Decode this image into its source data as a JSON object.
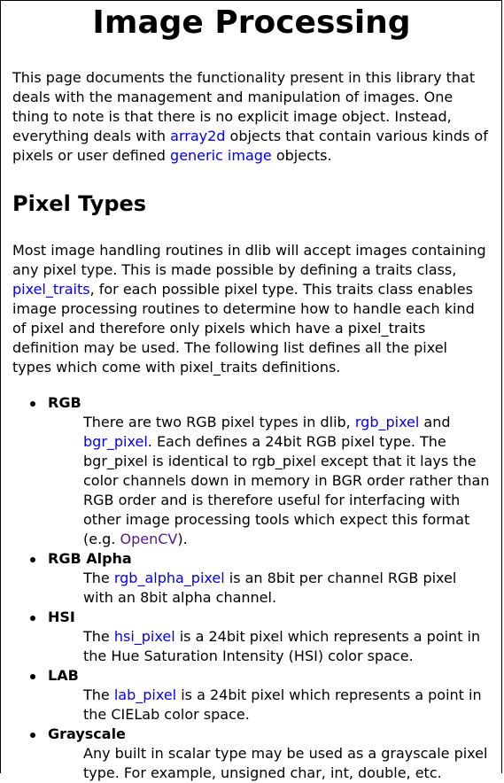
{
  "page": {
    "title": "Image Processing",
    "intro": {
      "t1": "This page documents the functionality present in this library that deals with the management and manipulation of images. One thing to note is that there is no explicit image object. Instead, everything deals with ",
      "link_array2d": "array2d",
      "t2": " objects that contain various kinds of pixels or user defined ",
      "link_generic_image": "generic image",
      "t3": " objects."
    },
    "section_heading": "Pixel Types",
    "pixel_intro": {
      "t1": "Most image handling routines in dlib will accept images containing any pixel type. This is made possible by defining a traits class, ",
      "link_pixel_traits": "pixel_traits",
      "t2": ", for each possible pixel type. This traits class enables image processing routines to determine how to handle each kind of pixel and therefore only pixels which have a pixel_traits definition may be used. The following list defines all the pixel types which come with pixel_traits definitions."
    },
    "items": [
      {
        "term": "RGB",
        "d1": "There are two RGB pixel types in dlib, ",
        "l1": "rgb_pixel",
        "d2": " and ",
        "l2": "bgr_pixel",
        "d3": ". Each defines a 24bit RGB pixel type. The bgr_pixel is identical to rgb_pixel except that it lays the color channels down in memory in BGR order rather than RGB order and is therefore useful for interfacing with other image processing tools which expect this format (e.g. ",
        "l3": "OpenCV",
        "d4": ")."
      },
      {
        "term": "RGB Alpha",
        "d1": "The ",
        "l1": "rgb_alpha_pixel",
        "d2": " is an 8bit per channel RGB pixel with an 8bit alpha channel."
      },
      {
        "term": "HSI",
        "d1": "The ",
        "l1": "hsi_pixel",
        "d2": " is a 24bit pixel which represents a point in the Hue Saturation Intensity (HSI) color space."
      },
      {
        "term": "LAB",
        "d1": "The ",
        "l1": "lab_pixel",
        "d2": " is a 24bit pixel which represents a point in the CIELab color space."
      },
      {
        "term": "Grayscale",
        "d1": "Any built in scalar type may be used as a grayscale pixel type. For example, unsigned char, int, double, etc."
      }
    ]
  },
  "colors": {
    "link": "#0000ee",
    "visited_link": "#551a8b",
    "text": "#000000",
    "background": "#ffffff"
  }
}
